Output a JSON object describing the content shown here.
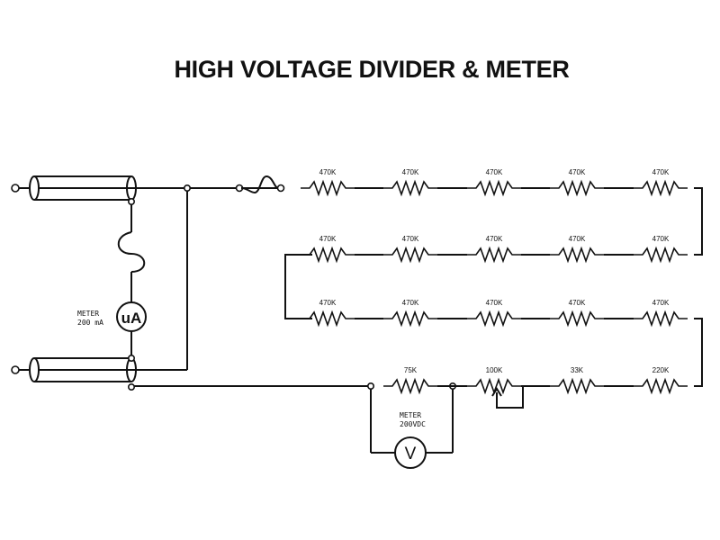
{
  "title": "HIGH VOLTAGE DIVIDER & METER",
  "resistors": [
    {
      "row": 1,
      "labels": [
        "470K",
        "470K",
        "470K",
        "470K",
        "470K"
      ]
    },
    {
      "row": 2,
      "labels": [
        "470K",
        "470K",
        "470K",
        "470K",
        "470K"
      ]
    },
    {
      "row": 3,
      "labels": [
        "470K",
        "470K",
        "470K",
        "470K",
        "470K"
      ]
    },
    {
      "row": 4,
      "labels": [
        "75K",
        "100K",
        "33K",
        "220K"
      ]
    }
  ],
  "current_meter": {
    "label_line1": "METER",
    "label_line2": "200 mA",
    "symbol": "uA"
  },
  "voltage_meter": {
    "label_line1": "METER",
    "label_line2": "200VDC",
    "symbol": "V"
  }
}
